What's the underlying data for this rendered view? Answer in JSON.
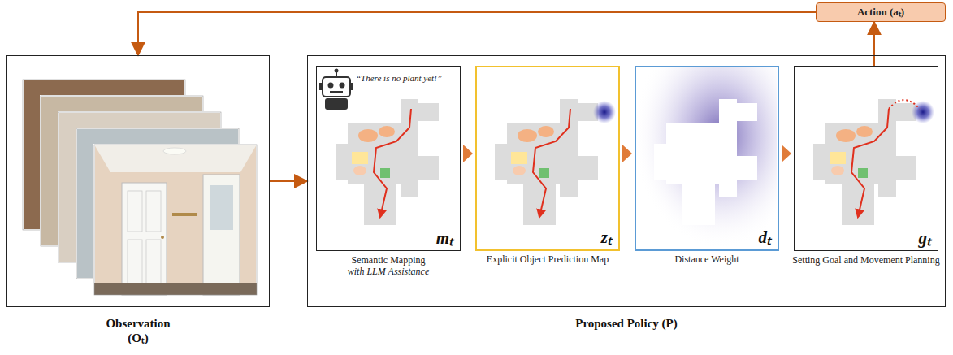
{
  "diagram": {
    "nodes": [
      {
        "text": [
          "Observation (Oₜ)"
        ]
      },
      {
        "text": [
          "Proposed Policy (P)"
        ]
      },
      {
        "text": [
          "“There is no plant yet!”",
          "mₜ",
          "Semantic Mapping",
          "with LLM Assistance"
        ],
        "in": 1
      },
      {
        "text": [
          "zₜ",
          "Explicit Object Prediction Map"
        ],
        "in": 1
      },
      {
        "text": [
          "dₜ",
          "Distance Weight"
        ],
        "in": 1
      },
      {
        "text": [
          "gₜ",
          "Setting Goal and Movement Planning"
        ],
        "in": 1
      },
      {
        "text": [
          "Action (aₜ)"
        ]
      }
    ],
    "edges": [
      {
        "from": 0,
        "to": 1,
        "arrow": "to"
      },
      {
        "from": 2,
        "to": 3,
        "arrow": "to"
      },
      {
        "from": 3,
        "to": 4,
        "arrow": "to"
      },
      {
        "from": 4,
        "to": 5,
        "arrow": "to"
      },
      {
        "from": 5,
        "to": 6,
        "arrow": "to"
      },
      {
        "from": 6,
        "to": 0,
        "arrow": "to"
      }
    ]
  }
}
